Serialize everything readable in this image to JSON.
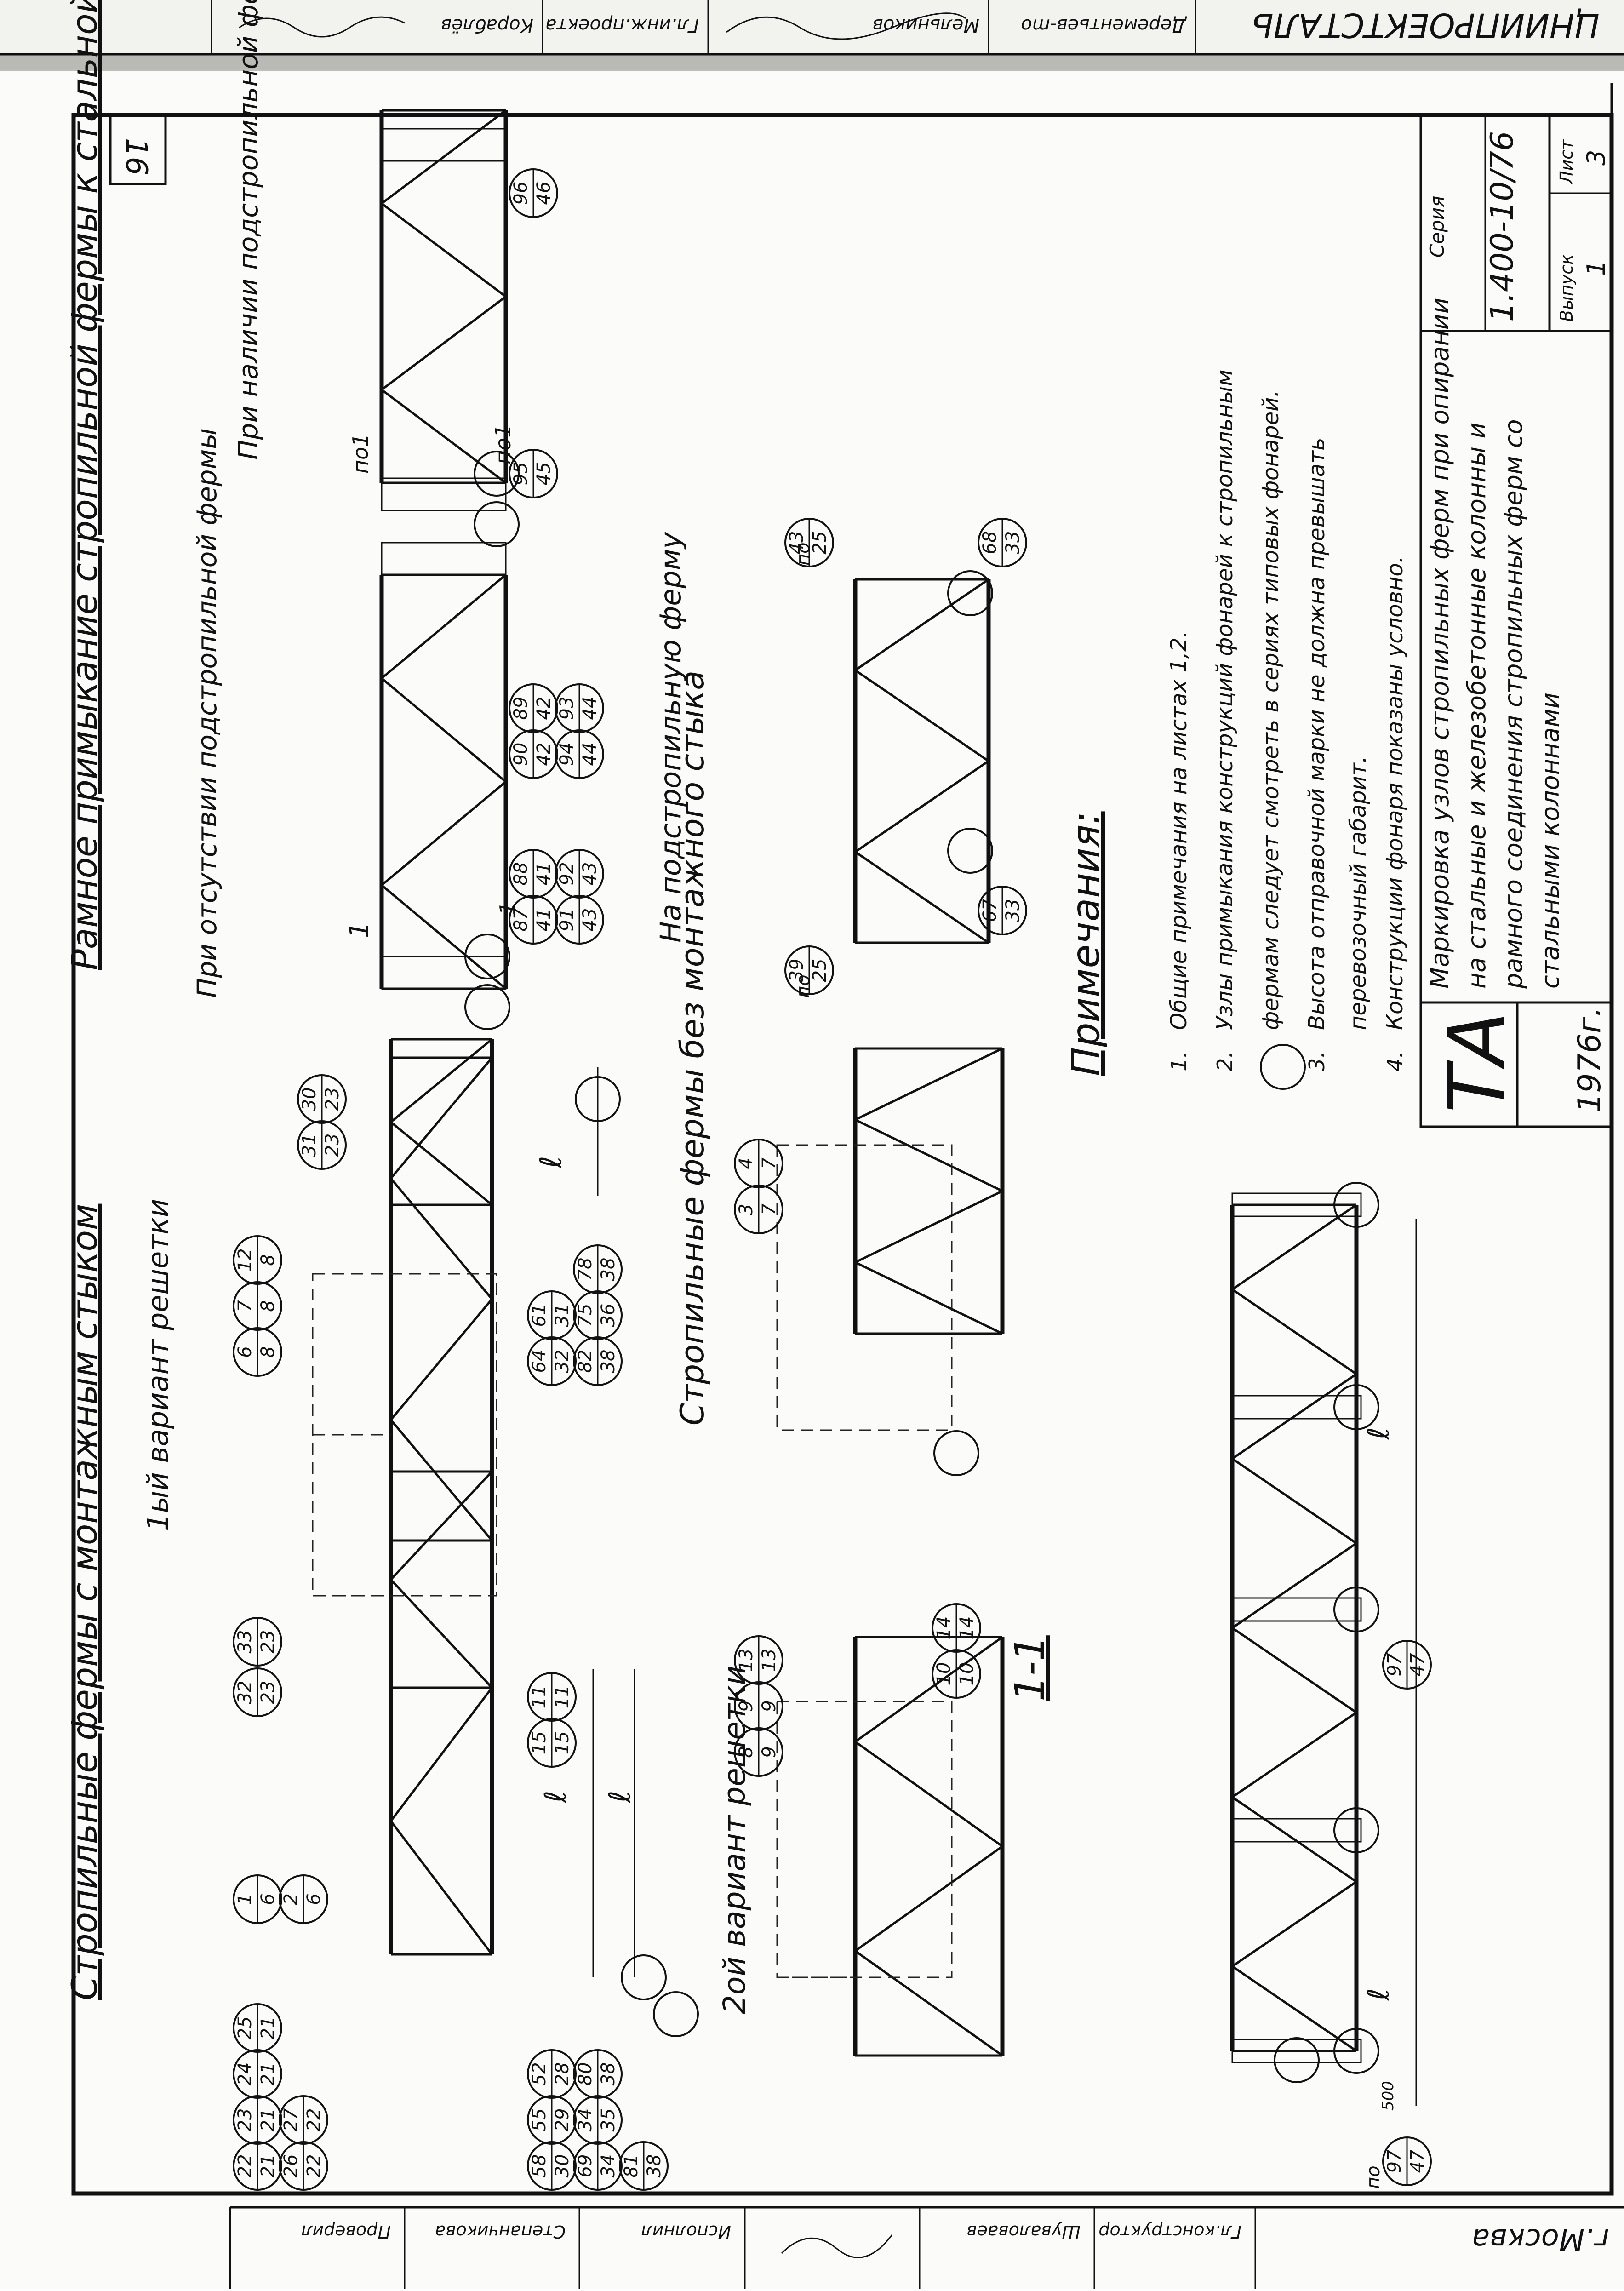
{
  "sheet_number": "16",
  "titles": {
    "rafter_trusses": "Стропильные фермы с монтажным стыком",
    "variant_1": "1ый вариант решетки",
    "variant_2": "2ой вариант решетки",
    "no_joint": "Стропильные фермы без монтажного стыка",
    "frame_title": "Рамное примыкание стропильной фермы к стальной колонне",
    "no_sub_truss": "При отсутствии подстропильной фермы",
    "with_sub_truss": "При наличии подстропильной фермы",
    "on_sub_truss": "На подстропильную ферму",
    "section": "1-1"
  },
  "dimension_letter": "ℓ",
  "dimension_500": "500",
  "po_prefix": "по",
  "cut_marks": {
    "c1": "1",
    "c2": "по1"
  },
  "marks": {
    "m22_21": [
      "22",
      "21"
    ],
    "m23_21": [
      "23",
      "21"
    ],
    "m24_21": [
      "24",
      "21"
    ],
    "m25_21": [
      "25",
      "21"
    ],
    "m26_22": [
      "26",
      "22"
    ],
    "m27_22": [
      "27",
      "22"
    ],
    "m1_6": [
      "1",
      "6"
    ],
    "m2_6": [
      "2",
      "6"
    ],
    "m32_23": [
      "32",
      "23"
    ],
    "m33_23": [
      "33",
      "23"
    ],
    "m6_8": [
      "6",
      "8"
    ],
    "m7_8": [
      "7",
      "8"
    ],
    "m12_8": [
      "12",
      "8"
    ],
    "m31_23": [
      "31",
      "23"
    ],
    "m30_23": [
      "30",
      "23"
    ],
    "m58_30": [
      "58",
      "30"
    ],
    "m55_29": [
      "55",
      "29"
    ],
    "m52_28": [
      "52",
      "28"
    ],
    "m69_34": [
      "69",
      "34"
    ],
    "m34_35": [
      "34",
      "35"
    ],
    "m80_38": [
      "80",
      "38"
    ],
    "m81_38": [
      "81",
      "38"
    ],
    "m15_15": [
      "15",
      "15"
    ],
    "m11_11": [
      "11",
      "11"
    ],
    "m64_32": [
      "64",
      "32"
    ],
    "m61_31": [
      "61",
      "31"
    ],
    "m82_38": [
      "82",
      "38"
    ],
    "m75_36": [
      "75",
      "36"
    ],
    "m78_38": [
      "78",
      "38"
    ],
    "m8_9": [
      "8",
      "9"
    ],
    "m9_9": [
      "9",
      "9"
    ],
    "m13_13": [
      "13",
      "13"
    ],
    "m10_10": [
      "10",
      "10"
    ],
    "m14_14": [
      "14",
      "14"
    ],
    "m3_7": [
      "3",
      "7"
    ],
    "m4_7": [
      "4",
      "7"
    ],
    "m87_41": [
      "87",
      "41"
    ],
    "m88_41": [
      "88",
      "41"
    ],
    "m90_42": [
      "90",
      "42"
    ],
    "m89_42": [
      "89",
      "42"
    ],
    "m91_43": [
      "91",
      "43"
    ],
    "m92_43": [
      "92",
      "43"
    ],
    "m94_44": [
      "94",
      "44"
    ],
    "m93_44": [
      "93",
      "44"
    ],
    "m95_45": [
      "95",
      "45"
    ],
    "m96_46": [
      "96",
      "46"
    ],
    "m39_25": [
      "39",
      "25"
    ],
    "m43_25": [
      "43",
      "25"
    ],
    "m67_33": [
      "67",
      "33"
    ],
    "m68_33": [
      "68",
      "33"
    ],
    "m97_47a": [
      "97",
      "47"
    ],
    "m97_47b": [
      "97",
      "47"
    ]
  },
  "notes": {
    "heading": "Примечания:",
    "items": [
      {
        "num": "1.",
        "text": "Общие примечания на листах 1,2."
      },
      {
        "num": "2.",
        "text": "Узлы примыкания конструкций фонарей к стропильным"
      },
      {
        "num": "",
        "text": "фермам следует смотреть в сериях типовых фонарей."
      },
      {
        "num": "3.",
        "text": "Высота отправочной марки не должна превышать"
      },
      {
        "num": "",
        "text": "перевозочный габарит."
      },
      {
        "num": "4.",
        "text": "Конструкции фонаря показаны условно."
      }
    ]
  },
  "title_block": {
    "org": "ТА",
    "year": "1976г.",
    "description": [
      "Маркировка узлов стропильных ферм при опирании",
      "на стальные и железобетонные колонны и",
      "рамного соединения стропильных ферм со",
      "стальными колоннами"
    ],
    "series_label": "Серия",
    "series": "1.400-10/76",
    "issue_label": "Выпуск",
    "issue": "1",
    "sheet_label": "Лист",
    "sheet": "3"
  },
  "top_strip": {
    "org": "ЦНИИПРОЕКТСТАЛЬ",
    "cells": [
      "Дерементьев-mo",
      "Мельников",
      "Гл.инж.проекта",
      "Кораблёв"
    ]
  },
  "bottom_strip": {
    "city": "г.Москва",
    "cells": [
      "Гл.конструктор",
      "Шуваловаев",
      "Исполнил",
      "Степанчикова",
      "Проверил"
    ]
  }
}
